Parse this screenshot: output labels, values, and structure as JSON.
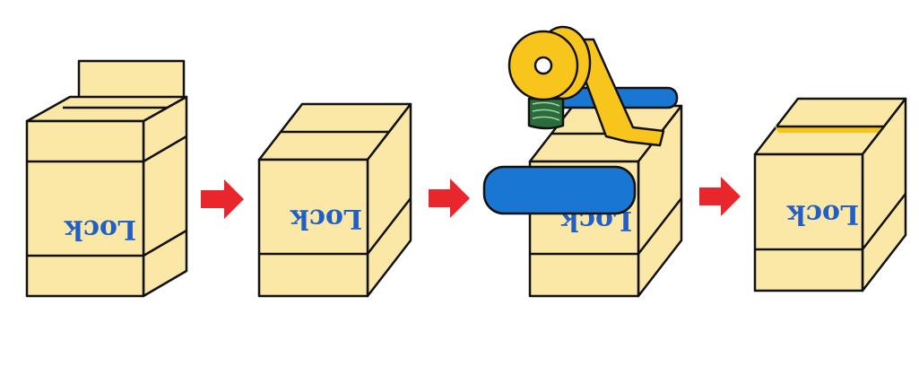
{
  "diagram": {
    "box_label": "Lock",
    "colors": {
      "box_face": "#fbe7a6",
      "outline": "#111111",
      "arrow": "#e8262b",
      "tape": "#f7c51b",
      "roller": "#1976d2",
      "brush": "#2c6b3b",
      "label": "#1f5fc7"
    },
    "steps": [
      {
        "name": "open-flaps"
      },
      {
        "name": "closed-box"
      },
      {
        "name": "tape-applied"
      },
      {
        "name": "sealed-box"
      }
    ]
  }
}
